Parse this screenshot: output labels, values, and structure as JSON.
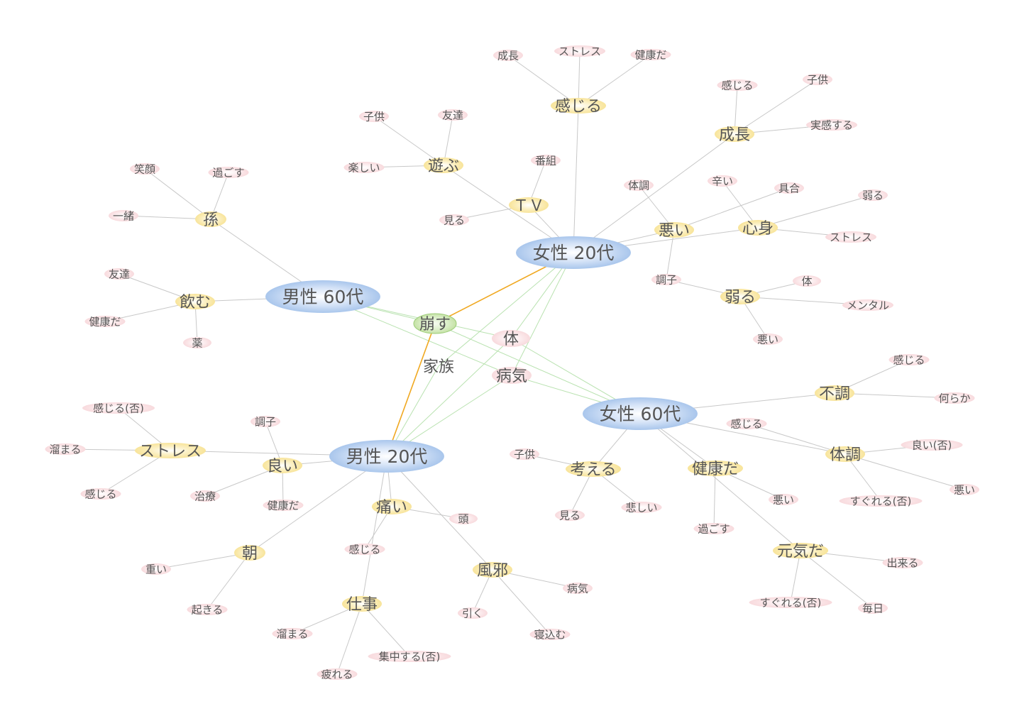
{
  "colors": {
    "attribute_node": "#a9c6ec",
    "word_node": "#f8e49a",
    "leaf_node": "#f8dadd",
    "shared_node": "#c5e2a6",
    "edge": "#c8c8c8",
    "shared_edge": "#b9e2b0",
    "highlight_edge": "#f0a820",
    "label": "#555555"
  },
  "graph": {
    "nodes": [
      {
        "id": "f20",
        "label": "女性 20代",
        "kind": "attribute"
      },
      {
        "id": "f60",
        "label": "女性 60代",
        "kind": "attribute"
      },
      {
        "id": "m60",
        "label": "男性 60代",
        "kind": "attribute"
      },
      {
        "id": "m20",
        "label": "男性 20代",
        "kind": "attribute"
      },
      {
        "id": "kuzusu",
        "label": "崩す",
        "kind": "shared"
      },
      {
        "id": "karada",
        "label": "体",
        "kind": "shared_leaf"
      },
      {
        "id": "kazoku",
        "label": "家族",
        "kind": "shared_plain"
      },
      {
        "id": "byouki",
        "label": "病気",
        "kind": "shared_leaf"
      },
      {
        "id": "kanjiru_f20",
        "label": "感じる",
        "kind": "word"
      },
      {
        "id": "seichou_a",
        "label": "成長",
        "kind": "leaf"
      },
      {
        "id": "stress_a",
        "label": "ストレス",
        "kind": "leaf"
      },
      {
        "id": "kenkouda_a",
        "label": "健康だ",
        "kind": "leaf"
      },
      {
        "id": "seichou_f20",
        "label": "成長",
        "kind": "word"
      },
      {
        "id": "kanjiru_b",
        "label": "感じる",
        "kind": "leaf"
      },
      {
        "id": "kodomo_b",
        "label": "子供",
        "kind": "leaf"
      },
      {
        "id": "jikkan",
        "label": "実感する",
        "kind": "leaf"
      },
      {
        "id": "asobu",
        "label": "遊ぶ",
        "kind": "word"
      },
      {
        "id": "kodomo_c",
        "label": "子供",
        "kind": "leaf"
      },
      {
        "id": "tomodachi_c",
        "label": "友達",
        "kind": "leaf"
      },
      {
        "id": "tanoshii",
        "label": "楽しい",
        "kind": "leaf"
      },
      {
        "id": "tv",
        "label": "ＴＶ",
        "kind": "word"
      },
      {
        "id": "bangumi",
        "label": "番組",
        "kind": "leaf"
      },
      {
        "id": "miru_d",
        "label": "見る",
        "kind": "leaf"
      },
      {
        "id": "warui_f20",
        "label": "悪い",
        "kind": "word"
      },
      {
        "id": "taichou_e",
        "label": "体調",
        "kind": "leaf"
      },
      {
        "id": "guai",
        "label": "具合",
        "kind": "leaf"
      },
      {
        "id": "choushi_e",
        "label": "調子",
        "kind": "leaf"
      },
      {
        "id": "shinshin",
        "label": "心身",
        "kind": "word"
      },
      {
        "id": "tsurai",
        "label": "辛い",
        "kind": "leaf"
      },
      {
        "id": "yowaru_f",
        "label": "弱る",
        "kind": "leaf"
      },
      {
        "id": "stress_f",
        "label": "ストレス",
        "kind": "leaf"
      },
      {
        "id": "yowaru_f20",
        "label": "弱る",
        "kind": "word"
      },
      {
        "id": "karada_g",
        "label": "体",
        "kind": "leaf"
      },
      {
        "id": "mental",
        "label": "メンタル",
        "kind": "leaf"
      },
      {
        "id": "warui_g",
        "label": "悪い",
        "kind": "leaf"
      },
      {
        "id": "mago",
        "label": "孫",
        "kind": "word"
      },
      {
        "id": "egao",
        "label": "笑顔",
        "kind": "leaf"
      },
      {
        "id": "sugosu_h",
        "label": "過ごす",
        "kind": "leaf"
      },
      {
        "id": "issho",
        "label": "一緒",
        "kind": "leaf"
      },
      {
        "id": "nomu",
        "label": "飲む",
        "kind": "word"
      },
      {
        "id": "tomodachi_i",
        "label": "友達",
        "kind": "leaf"
      },
      {
        "id": "kenkouda_i",
        "label": "健康だ",
        "kind": "leaf"
      },
      {
        "id": "kusuri",
        "label": "薬",
        "kind": "leaf"
      },
      {
        "id": "fuchou",
        "label": "不調",
        "kind": "word"
      },
      {
        "id": "kanjiru_j",
        "label": "感じる",
        "kind": "leaf"
      },
      {
        "id": "nanraka",
        "label": "何らか",
        "kind": "leaf"
      },
      {
        "id": "taichou_f60",
        "label": "体調",
        "kind": "word"
      },
      {
        "id": "yoi_hi_k",
        "label": "良い(否)",
        "kind": "leaf"
      },
      {
        "id": "warui_k",
        "label": "悪い",
        "kind": "leaf"
      },
      {
        "id": "sugureru_k",
        "label": "すぐれる(否)",
        "kind": "leaf"
      },
      {
        "id": "kanjiru_k",
        "label": "感じる",
        "kind": "leaf"
      },
      {
        "id": "kangaeru",
        "label": "考える",
        "kind": "word"
      },
      {
        "id": "kodomo_l",
        "label": "子供",
        "kind": "leaf"
      },
      {
        "id": "miru_l",
        "label": "見る",
        "kind": "leaf"
      },
      {
        "id": "kanashii",
        "label": "悲しい",
        "kind": "leaf"
      },
      {
        "id": "kenkouda_f60",
        "label": "健康だ",
        "kind": "word"
      },
      {
        "id": "warui_m",
        "label": "悪い",
        "kind": "leaf"
      },
      {
        "id": "sugosu_m",
        "label": "過ごす",
        "kind": "leaf"
      },
      {
        "id": "genkida",
        "label": "元気だ",
        "kind": "word"
      },
      {
        "id": "dekiru",
        "label": "出来る",
        "kind": "leaf"
      },
      {
        "id": "sugureru_n",
        "label": "すぐれる(否)",
        "kind": "leaf"
      },
      {
        "id": "mainichi",
        "label": "毎日",
        "kind": "leaf"
      },
      {
        "id": "stress_m20",
        "label": "ストレス",
        "kind": "word"
      },
      {
        "id": "kanjiru_hi",
        "label": "感じる(否)",
        "kind": "leaf"
      },
      {
        "id": "tamaru_o",
        "label": "溜まる",
        "kind": "leaf"
      },
      {
        "id": "kanjiru_o",
        "label": "感じる",
        "kind": "leaf"
      },
      {
        "id": "yoi",
        "label": "良い",
        "kind": "word"
      },
      {
        "id": "choushi_p",
        "label": "調子",
        "kind": "leaf"
      },
      {
        "id": "chiryou",
        "label": "治療",
        "kind": "leaf"
      },
      {
        "id": "kenkouda_p",
        "label": "健康だ",
        "kind": "leaf"
      },
      {
        "id": "itai",
        "label": "痛い",
        "kind": "word"
      },
      {
        "id": "atama",
        "label": "頭",
        "kind": "leaf"
      },
      {
        "id": "kanjiru_q",
        "label": "感じる",
        "kind": "leaf"
      },
      {
        "id": "asa",
        "label": "朝",
        "kind": "word"
      },
      {
        "id": "omoi",
        "label": "重い",
        "kind": "leaf"
      },
      {
        "id": "okiru",
        "label": "起きる",
        "kind": "leaf"
      },
      {
        "id": "shigoto",
        "label": "仕事",
        "kind": "word"
      },
      {
        "id": "tamaru_s",
        "label": "溜まる",
        "kind": "leaf"
      },
      {
        "id": "tsukareru",
        "label": "疲れる",
        "kind": "leaf"
      },
      {
        "id": "shuuchuu",
        "label": "集中する(否)",
        "kind": "leaf"
      },
      {
        "id": "kaze",
        "label": "風邪",
        "kind": "word"
      },
      {
        "id": "byouki_t",
        "label": "病気",
        "kind": "leaf"
      },
      {
        "id": "hiku",
        "label": "引く",
        "kind": "leaf"
      },
      {
        "id": "nekomu",
        "label": "寝込む",
        "kind": "leaf"
      }
    ],
    "edges": [
      [
        "f20",
        "kanjiru_f20"
      ],
      [
        "kanjiru_f20",
        "seichou_a"
      ],
      [
        "kanjiru_f20",
        "stress_a"
      ],
      [
        "kanjiru_f20",
        "kenkouda_a"
      ],
      [
        "f20",
        "seichou_f20"
      ],
      [
        "seichou_f20",
        "kanjiru_b"
      ],
      [
        "seichou_f20",
        "kodomo_b"
      ],
      [
        "seichou_f20",
        "jikkan"
      ],
      [
        "f20",
        "asobu"
      ],
      [
        "asobu",
        "kodomo_c"
      ],
      [
        "asobu",
        "tomodachi_c"
      ],
      [
        "asobu",
        "tanoshii"
      ],
      [
        "f20",
        "tv"
      ],
      [
        "tv",
        "bangumi"
      ],
      [
        "tv",
        "miru_d"
      ],
      [
        "f20",
        "warui_f20"
      ],
      [
        "warui_f20",
        "taichou_e"
      ],
      [
        "warui_f20",
        "guai"
      ],
      [
        "warui_f20",
        "choushi_e"
      ],
      [
        "f20",
        "shinshin"
      ],
      [
        "shinshin",
        "tsurai"
      ],
      [
        "shinshin",
        "yowaru_f"
      ],
      [
        "shinshin",
        "stress_f"
      ],
      [
        "choushi_e",
        "yowaru_f20"
      ],
      [
        "yowaru_f20",
        "karada_g"
      ],
      [
        "yowaru_f20",
        "mental"
      ],
      [
        "yowaru_f20",
        "warui_g"
      ],
      [
        "m60",
        "mago"
      ],
      [
        "mago",
        "egao"
      ],
      [
        "mago",
        "sugosu_h"
      ],
      [
        "mago",
        "issho"
      ],
      [
        "m60",
        "nomu"
      ],
      [
        "nomu",
        "tomodachi_i"
      ],
      [
        "nomu",
        "kenkouda_i"
      ],
      [
        "nomu",
        "kusuri"
      ],
      [
        "f60",
        "fuchou"
      ],
      [
        "fuchou",
        "kanjiru_j"
      ],
      [
        "fuchou",
        "nanraka"
      ],
      [
        "f60",
        "taichou_f60"
      ],
      [
        "taichou_f60",
        "yoi_hi_k"
      ],
      [
        "taichou_f60",
        "warui_k"
      ],
      [
        "taichou_f60",
        "sugureru_k"
      ],
      [
        "taichou_f60",
        "kanjiru_k"
      ],
      [
        "f60",
        "kangaeru"
      ],
      [
        "kangaeru",
        "kodomo_l"
      ],
      [
        "kangaeru",
        "miru_l"
      ],
      [
        "kangaeru",
        "kanashii"
      ],
      [
        "f60",
        "kenkouda_f60"
      ],
      [
        "kenkouda_f60",
        "warui_m"
      ],
      [
        "kenkouda_f60",
        "sugosu_m"
      ],
      [
        "f60",
        "genkida"
      ],
      [
        "genkida",
        "dekiru"
      ],
      [
        "genkida",
        "sugureru_n"
      ],
      [
        "genkida",
        "mainichi"
      ],
      [
        "m20",
        "stress_m20"
      ],
      [
        "stress_m20",
        "kanjiru_hi"
      ],
      [
        "stress_m20",
        "tamaru_o"
      ],
      [
        "stress_m20",
        "kanjiru_o"
      ],
      [
        "m20",
        "yoi"
      ],
      [
        "yoi",
        "choushi_p"
      ],
      [
        "yoi",
        "chiryou"
      ],
      [
        "yoi",
        "kenkouda_p"
      ],
      [
        "m20",
        "itai"
      ],
      [
        "itai",
        "atama"
      ],
      [
        "itai",
        "kanjiru_q"
      ],
      [
        "m20",
        "asa"
      ],
      [
        "asa",
        "omoi"
      ],
      [
        "asa",
        "okiru"
      ],
      [
        "m20",
        "shigoto"
      ],
      [
        "shigoto",
        "tamaru_s"
      ],
      [
        "shigoto",
        "tsukareru"
      ],
      [
        "shigoto",
        "shuuchuu"
      ],
      [
        "m20",
        "kaze"
      ],
      [
        "kaze",
        "byouki_t"
      ],
      [
        "kaze",
        "hiku"
      ],
      [
        "kaze",
        "nekomu"
      ]
    ],
    "shared_edges": [
      [
        "m60",
        "kuzusu"
      ],
      [
        "m60",
        "karada"
      ],
      [
        "m60",
        "byouki"
      ],
      [
        "f20",
        "karada"
      ],
      [
        "f20",
        "kazoku"
      ],
      [
        "f20",
        "byouki"
      ],
      [
        "f60",
        "kuzusu"
      ],
      [
        "f60",
        "karada"
      ],
      [
        "f60",
        "byouki"
      ],
      [
        "m20",
        "karada"
      ],
      [
        "m20",
        "kazoku"
      ],
      [
        "m20",
        "byouki"
      ]
    ],
    "highlight_edges": [
      [
        "kuzusu",
        "f20"
      ],
      [
        "kuzusu",
        "m20"
      ]
    ]
  }
}
